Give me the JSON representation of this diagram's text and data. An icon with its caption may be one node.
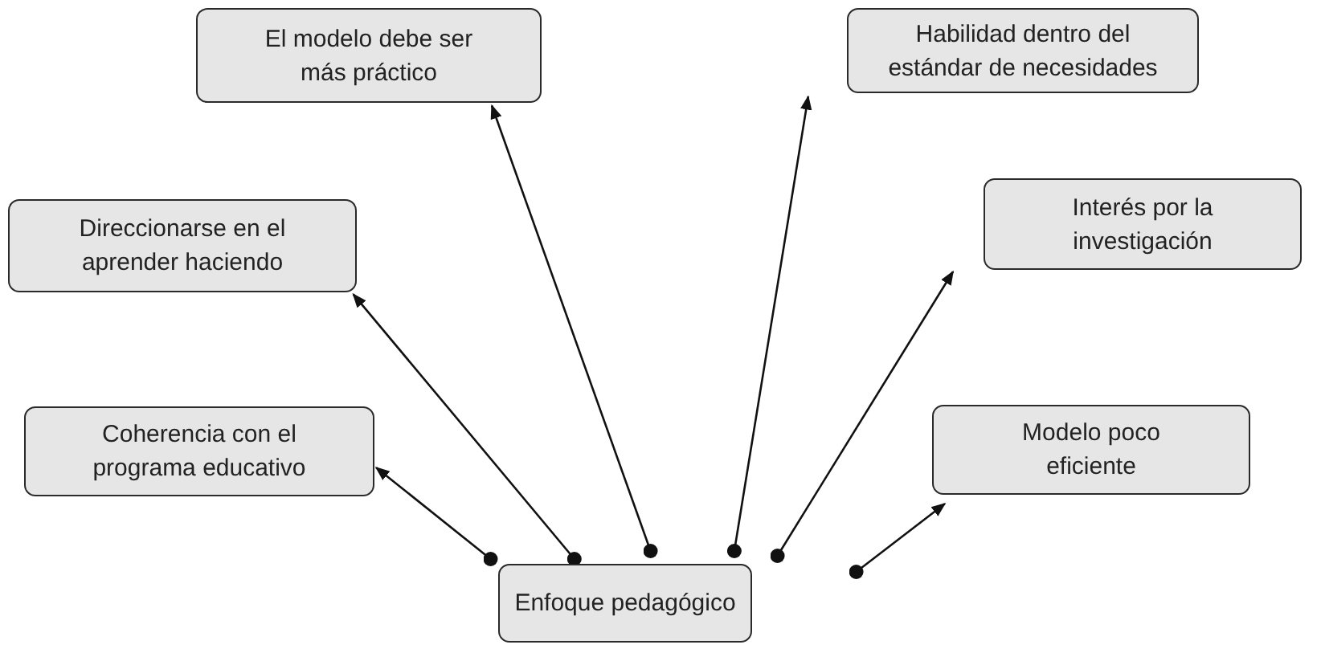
{
  "diagram": {
    "nodes": [
      {
        "text": [
          "Enfoque pedagógico"
        ]
      },
      {
        "text": [
          "Coherencia con el programa educativo"
        ]
      },
      {
        "text": [
          "Direccionarse en el aprender haciendo"
        ]
      },
      {
        "text": [
          "El modelo debe ser más práctico"
        ]
      },
      {
        "text": [
          "Habilidad dentro del estándar de necesidades"
        ]
      },
      {
        "text": [
          "Interés por la investigación"
        ]
      },
      {
        "text": [
          "Modelo poco eficiente"
        ]
      }
    ],
    "edges": [
      {
        "from": 0,
        "to": 1,
        "arrow": "to"
      },
      {
        "from": 0,
        "to": 2,
        "arrow": "to"
      },
      {
        "from": 0,
        "to": 3,
        "arrow": "to"
      },
      {
        "from": 0,
        "to": 4,
        "arrow": "to"
      },
      {
        "from": 0,
        "to": 5,
        "arrow": "to"
      },
      {
        "from": 0,
        "to": 6,
        "arrow": "to"
      }
    ]
  }
}
